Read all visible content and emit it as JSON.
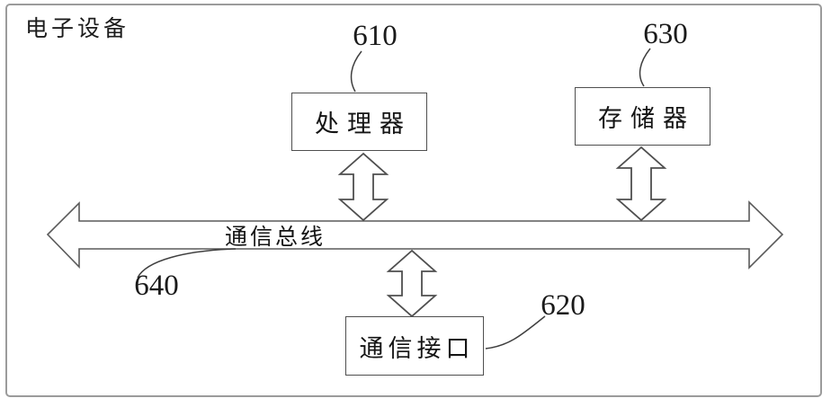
{
  "figure": {
    "title": "电子设备",
    "bus": {
      "label": "通信总线",
      "ref": "640"
    },
    "nodes": [
      {
        "id": "processor",
        "label": "处理器",
        "ref": "610"
      },
      {
        "id": "memory",
        "label": "存储器",
        "ref": "630"
      },
      {
        "id": "comm-interface",
        "label": "通信接口",
        "ref": "620"
      }
    ],
    "colors": {
      "ink": "#4f4f4f",
      "frame": "#9b9b9b",
      "text": "#1a1a1a",
      "background": "#ffffff"
    }
  }
}
